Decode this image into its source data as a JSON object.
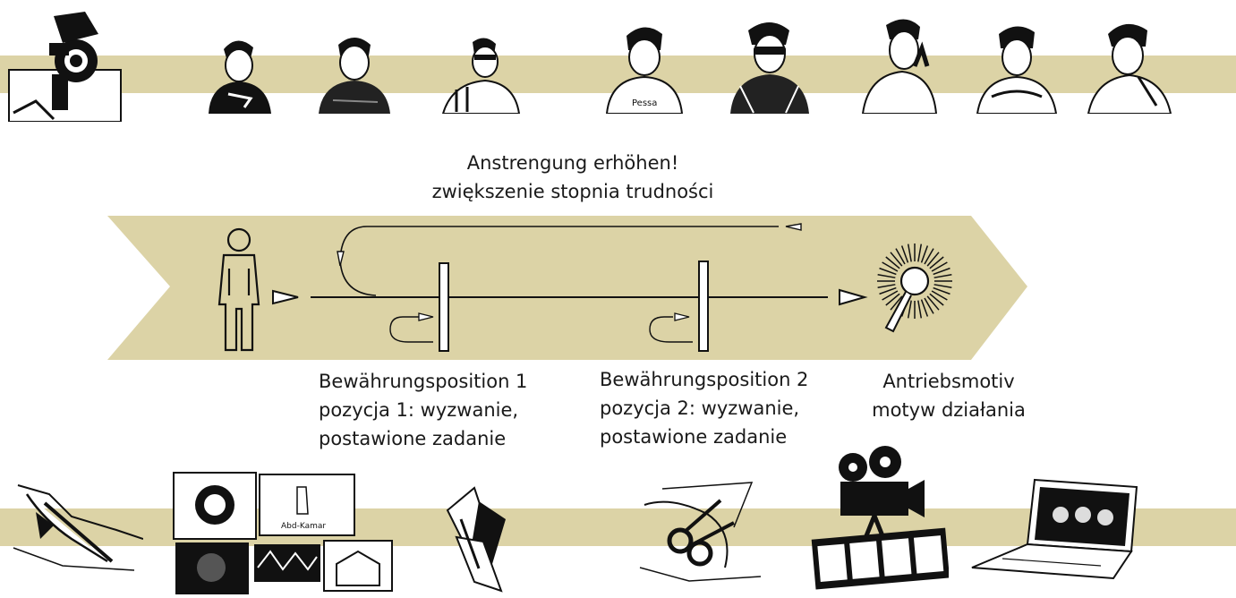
{
  "heading": {
    "line1": "Anstrengung erhöhen!",
    "line2": "zwiększenie stopnia trudności"
  },
  "positions": [
    {
      "line1": "Bewährungsposition 1",
      "line2": "pozycja 1: wyzwanie,",
      "line3": "postawione zadanie"
    },
    {
      "line1": "Bewährungsposition 2",
      "line2": "pozycja 2: wyzwanie,",
      "line3": "postawione zadanie"
    }
  ],
  "motive": {
    "line1": "Antriebsmotiv",
    "line2": "motyw działania"
  },
  "colors": {
    "band": "#dcd3a6",
    "ink": "#1a1a1a"
  },
  "icons": {
    "top_row": [
      "photographer-image",
      "portrait-1",
      "portrait-2",
      "portrait-3",
      "portrait-4",
      "portrait-5",
      "portrait-6",
      "portrait-7",
      "portrait-8"
    ],
    "bottom_row": [
      "drawing-hand-image",
      "artwork-collage-image",
      "paper-cutouts-image",
      "scissors-image",
      "film-camera-icon",
      "laptop-icon"
    ]
  }
}
